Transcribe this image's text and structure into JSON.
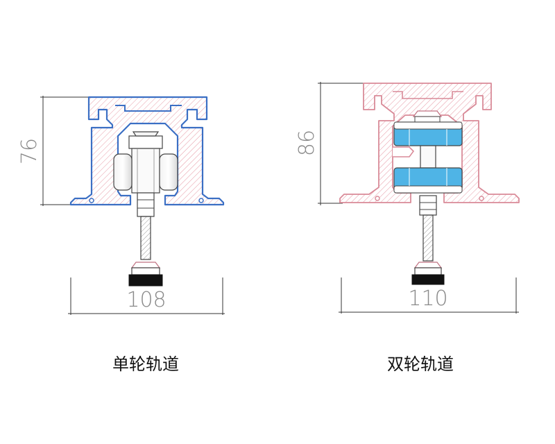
{
  "single": {
    "height_dim": "76",
    "width_dim": "108",
    "caption": "单轮轨道",
    "outline_color": "#3b6fc4",
    "hatch_color": "#e08c96"
  },
  "double": {
    "height_dim": "86",
    "width_dim": "110",
    "caption": "双轮轨道",
    "outline_color": "#d98a98",
    "hatch_color": "#e7a4b0",
    "wheel_color": "#4fb4e6"
  }
}
